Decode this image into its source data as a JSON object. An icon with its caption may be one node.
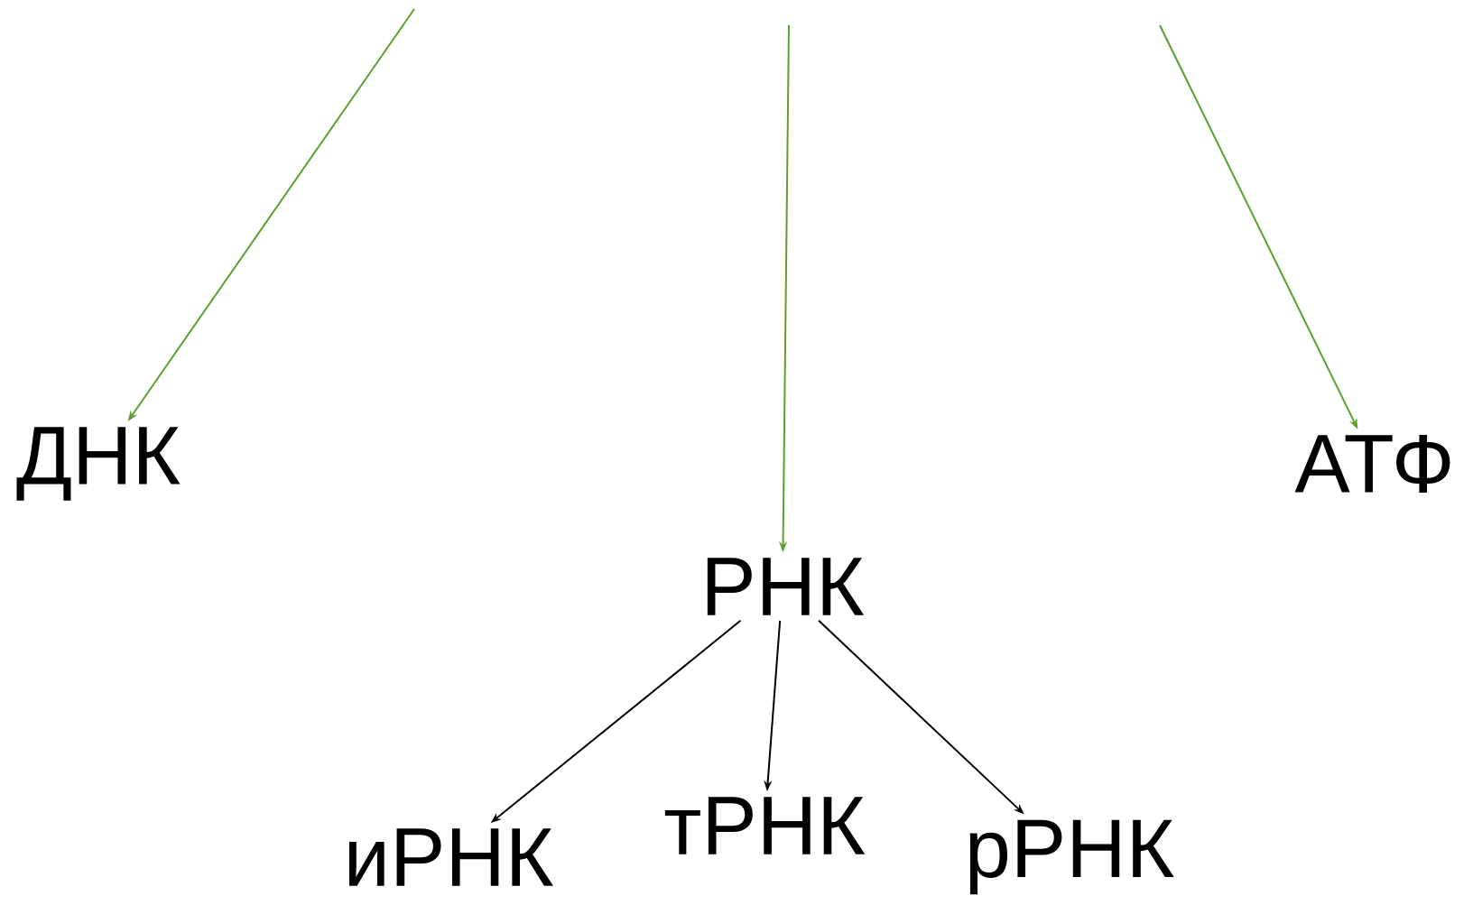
{
  "diagram": {
    "nodes": [
      {
        "text": [
          "ДНК"
        ]
      },
      {
        "text": [
          "РНК"
        ]
      },
      {
        "text": [
          "АТФ"
        ]
      },
      {
        "text": [
          "иРНК"
        ]
      },
      {
        "text": [
          "тРНК"
        ]
      },
      {
        "text": [
          "рРНК"
        ]
      }
    ],
    "edges": [
      {
        "from": null,
        "to": 0,
        "arrow": "to",
        "color": "#5aa02c"
      },
      {
        "from": null,
        "to": 1,
        "arrow": "to",
        "color": "#5aa02c"
      },
      {
        "from": null,
        "to": 2,
        "arrow": "to",
        "color": "#5aa02c"
      },
      {
        "from": 1,
        "to": 3,
        "arrow": "to",
        "color": "#000000"
      },
      {
        "from": 1,
        "to": 4,
        "arrow": "to",
        "color": "#000000"
      },
      {
        "from": 1,
        "to": 5,
        "arrow": "to",
        "color": "#000000"
      }
    ]
  }
}
